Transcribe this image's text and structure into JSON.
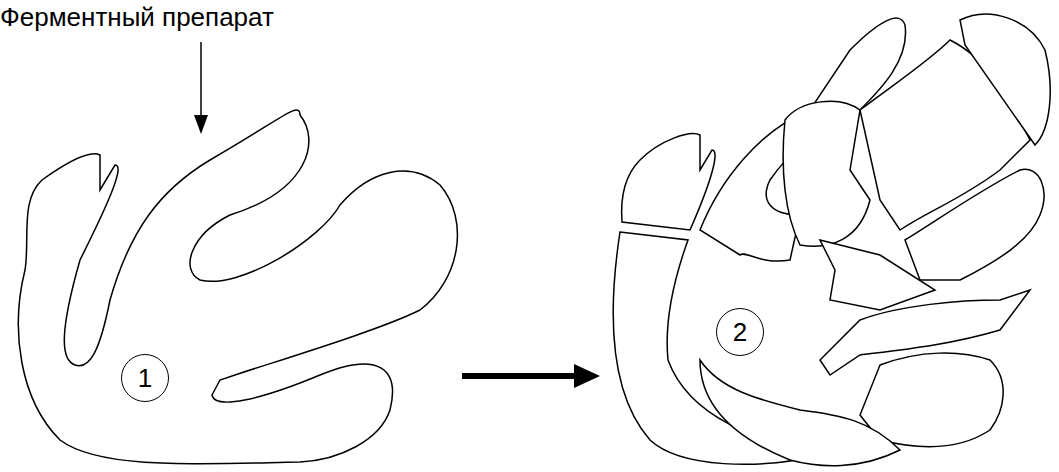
{
  "diagram": {
    "nodes": [
      {
        "text": [
          "1"
        ]
      },
      {
        "text": [
          "2"
        ]
      }
    ],
    "edges": [
      {
        "from": 0,
        "to": 1,
        "arrow": "to"
      }
    ],
    "labels": [
      "Ферментный препарат"
    ]
  }
}
